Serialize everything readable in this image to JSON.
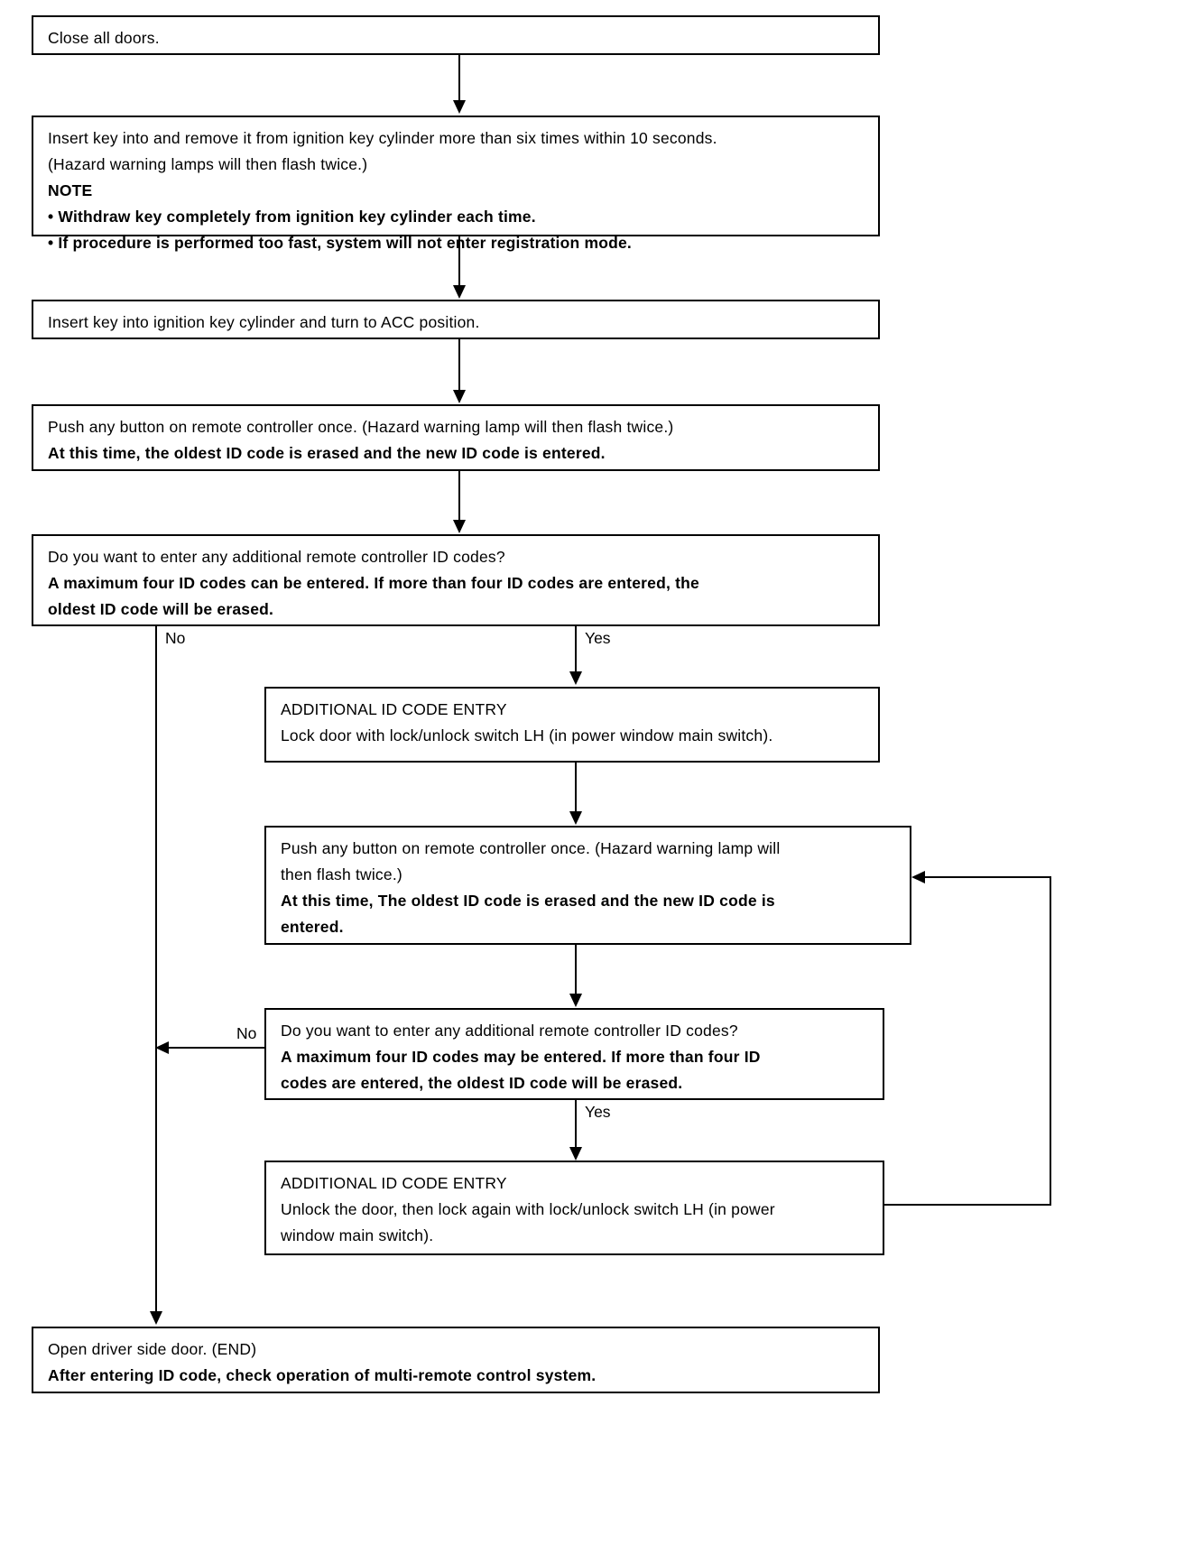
{
  "diagram": {
    "title": "Multi-remote control system ID code registration flowchart",
    "line_color": "#000000",
    "background_color": "#ffffff",
    "nodes": [
      {
        "id": "close-all-doors",
        "lines": [
          {
            "text": "Close all doors.",
            "bold": false
          }
        ]
      },
      {
        "id": "insert-remove-key",
        "lines": [
          {
            "text": "Insert key into and remove it from ignition key cylinder more than six times within 10 seconds.",
            "bold": false
          },
          {
            "text": "(Hazard warning lamps will then flash twice.)",
            "bold": false
          },
          {
            "text": "NOTE",
            "bold": true
          },
          {
            "text": "• Withdraw key completely from ignition key cylinder each time.",
            "bold": true
          },
          {
            "text": "• If procedure is performed too fast, system will not enter registration mode.",
            "bold": true
          }
        ]
      },
      {
        "id": "turn-to-acc",
        "lines": [
          {
            "text": "Insert key into ignition key cylinder and turn to ACC position.",
            "bold": false
          }
        ]
      },
      {
        "id": "push-button-first",
        "lines": [
          {
            "text": "Push any button on remote controller once. (Hazard warning lamp will then flash twice.)",
            "bold": false
          },
          {
            "text": "At this time, the oldest ID code is erased and the new ID code is entered.",
            "bold": true
          }
        ]
      },
      {
        "id": "decision-additional-first",
        "lines": [
          {
            "text": "Do you want to enter any additional remote controller ID codes?",
            "bold": false
          },
          {
            "text": "A maximum four ID codes can be entered. If more than four ID codes are entered, the",
            "bold": true
          },
          {
            "text": "oldest ID code will be erased.",
            "bold": true
          }
        ]
      },
      {
        "id": "additional-entry-lock",
        "lines": [
          {
            "text": "ADDITIONAL ID CODE ENTRY",
            "bold": false
          },
          {
            "text": "Lock door with lock/unlock switch LH (in power window main switch).",
            "bold": false
          }
        ]
      },
      {
        "id": "push-button-second",
        "lines": [
          {
            "text": "Push any button on remote controller once. (Hazard warning lamp will",
            "bold": false
          },
          {
            "text": "then flash twice.)",
            "bold": false
          },
          {
            "text": "At this time, The oldest ID code is erased and the new ID code is",
            "bold": true
          },
          {
            "text": "entered.",
            "bold": true
          }
        ]
      },
      {
        "id": "decision-additional-second",
        "lines": [
          {
            "text": "Do you want to enter any additional remote controller ID codes?",
            "bold": false
          },
          {
            "text": "A maximum four ID codes may be entered. If more than four ID",
            "bold": true
          },
          {
            "text": "codes are entered, the oldest ID code will be erased.",
            "bold": true
          }
        ]
      },
      {
        "id": "additional-entry-unlock",
        "lines": [
          {
            "text": "ADDITIONAL ID CODE ENTRY",
            "bold": false
          },
          {
            "text": "Unlock the door, then lock again with lock/unlock switch LH (in power",
            "bold": false
          },
          {
            "text": "window main switch).",
            "bold": false
          }
        ]
      },
      {
        "id": "open-driver-door-end",
        "lines": [
          {
            "text": "Open driver side door. (END)",
            "bold": false
          },
          {
            "text": "After entering ID code, check operation of multi-remote control system.",
            "bold": true
          }
        ]
      }
    ],
    "edge_labels": {
      "first_no": "No",
      "first_yes": "Yes",
      "second_no": "No",
      "second_yes": "Yes"
    }
  }
}
